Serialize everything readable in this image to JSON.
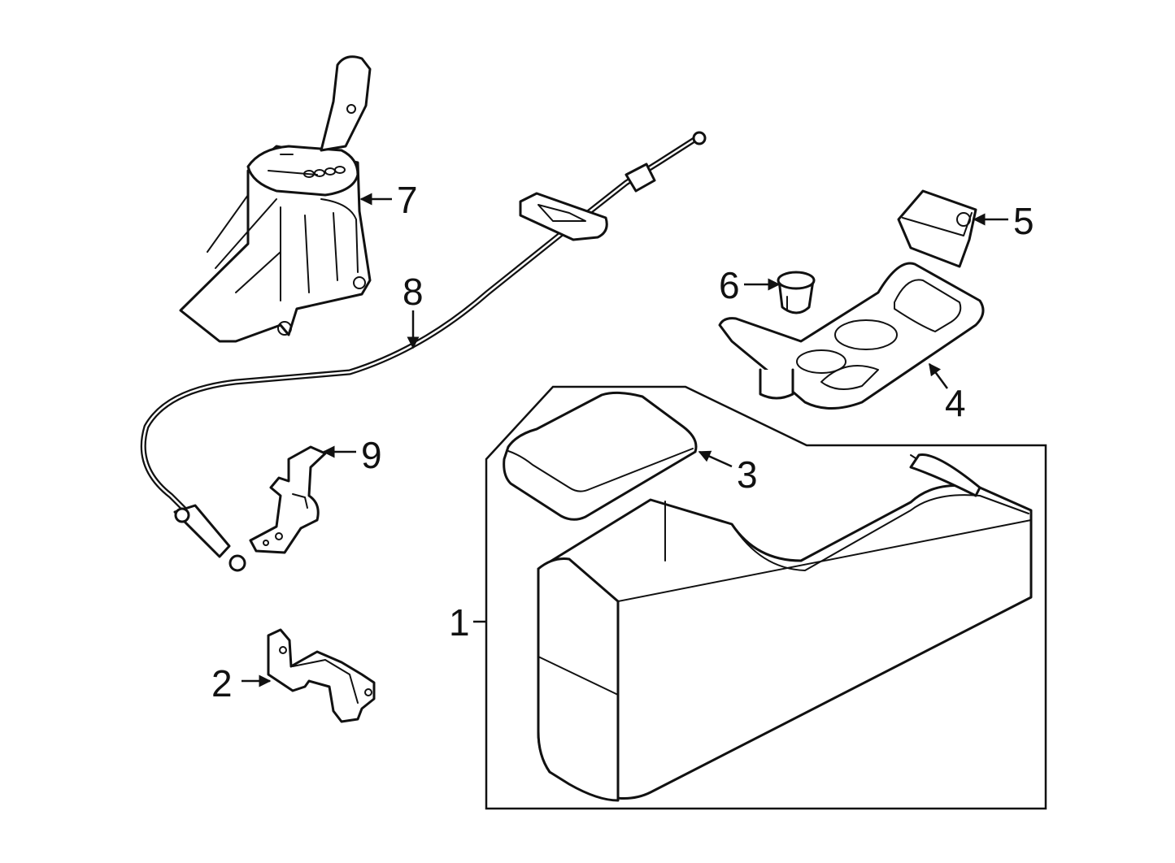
{
  "diagram": {
    "colors": {
      "line": "#111111",
      "background": "#ffffff"
    },
    "callouts": [
      {
        "id": "c1",
        "label": "1"
      },
      {
        "id": "c2",
        "label": "2"
      },
      {
        "id": "c3",
        "label": "3"
      },
      {
        "id": "c4",
        "label": "4"
      },
      {
        "id": "c5",
        "label": "5"
      },
      {
        "id": "c6",
        "label": "6"
      },
      {
        "id": "c7",
        "label": "7"
      },
      {
        "id": "c8",
        "label": "8"
      },
      {
        "id": "c9",
        "label": "9"
      }
    ]
  }
}
